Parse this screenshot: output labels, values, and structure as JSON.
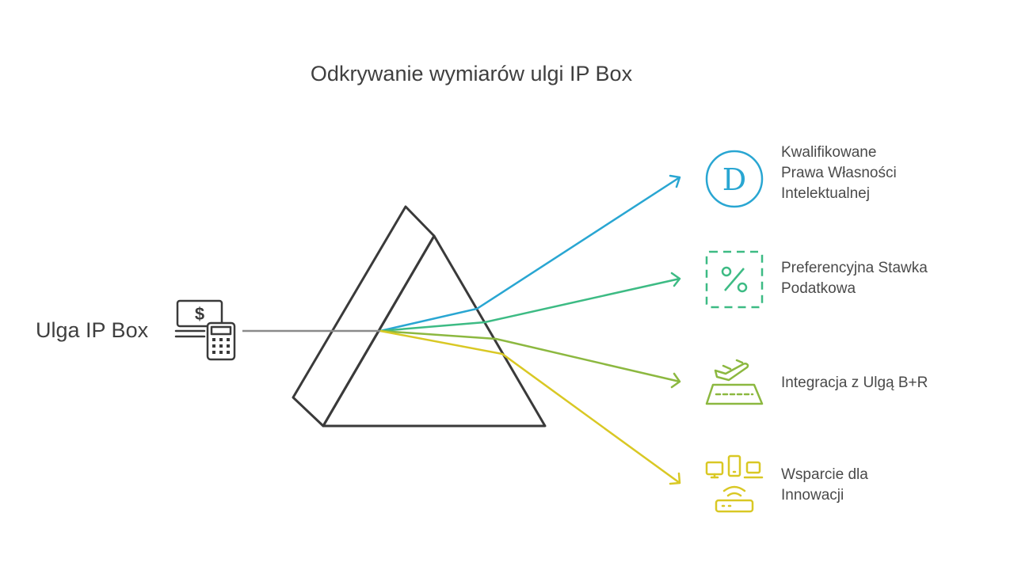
{
  "title": "Odkrywanie wymiarów ulgi IP Box",
  "source": {
    "label": "Ulga IP Box",
    "icon": "money-calculator-icon"
  },
  "outputs": [
    {
      "lines": [
        "Kwalifikowane",
        "Prawa Własności",
        "Intelektualnej"
      ],
      "color": "#29a6d2",
      "icon": "d-circle-icon"
    },
    {
      "lines": [
        "Preferencyjna Stawka",
        "Podatkowa"
      ],
      "color": "#3dbb84",
      "icon": "percent-icon"
    },
    {
      "lines": [
        "Integracja z Ulgą B+R"
      ],
      "color": "#8cb840",
      "icon": "airplane-runway-icon"
    },
    {
      "lines": [
        "Wsparcie dla",
        "Innowacji"
      ],
      "color": "#d9c824",
      "icon": "connected-devices-icon"
    }
  ],
  "colors": {
    "prism": "#3a3a3a",
    "input_beam": "#8a8a8a",
    "text": "#3f3f3f"
  }
}
